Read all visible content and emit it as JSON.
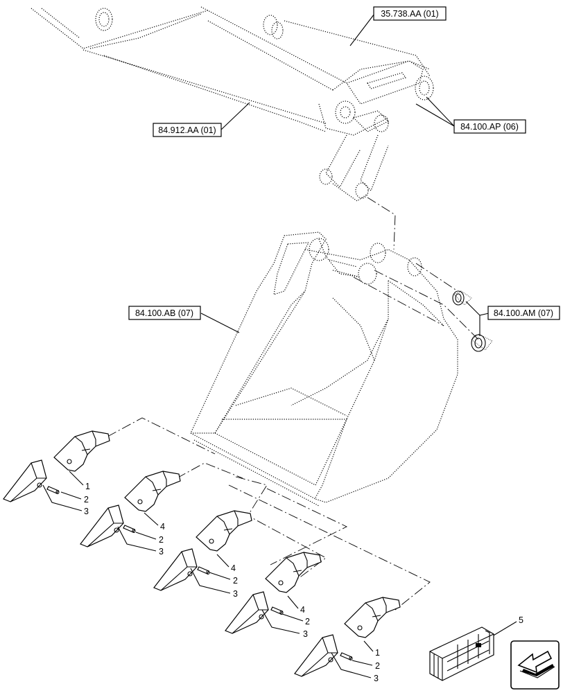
{
  "references": [
    {
      "id": "ref-35738",
      "text": "35.738.AA (01)"
    },
    {
      "id": "ref-84912",
      "text": "84.912.AA (01)"
    },
    {
      "id": "ref-84100ap",
      "text": "84.100.AP (06)"
    },
    {
      "id": "ref-84100ab",
      "text": "84.100.AB (07)"
    },
    {
      "id": "ref-84100am",
      "text": "84.100.AM (07)"
    }
  ],
  "callouts": {
    "c1": "1",
    "c2": "2",
    "c3": "3",
    "c4": "4",
    "c5": "5"
  },
  "icons": {
    "kit": "parts-kit-box-icon",
    "nav": "navigation-arrow-icon"
  }
}
